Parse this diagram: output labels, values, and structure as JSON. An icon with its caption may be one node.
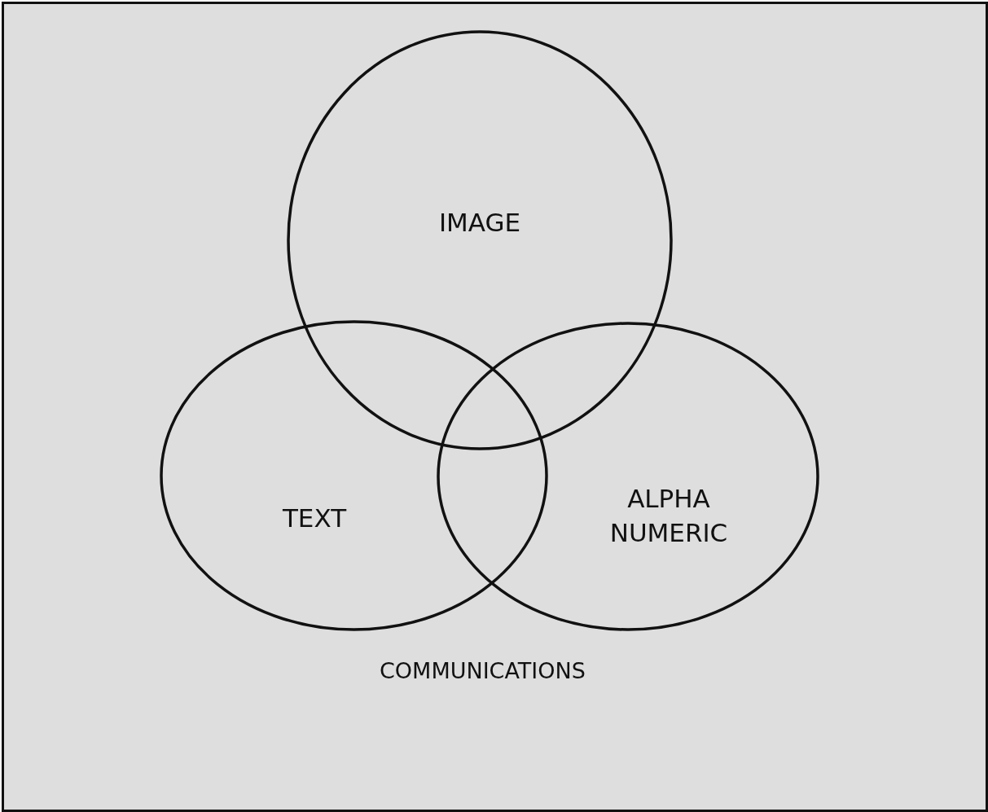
{
  "diagram": {
    "caption": "COMMUNICATIONS",
    "nodes": [
      {
        "text": [
          "IMAGE"
        ]
      },
      {
        "text": [
          "TEXT"
        ]
      },
      {
        "text": [
          "ALPHA NUMERIC"
        ]
      }
    ]
  }
}
